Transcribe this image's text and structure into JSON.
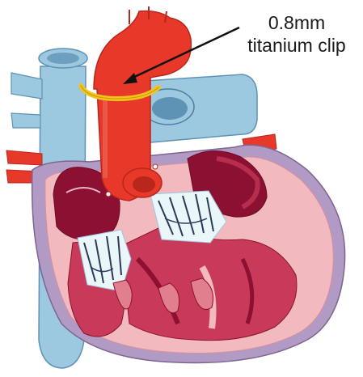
{
  "annotation": {
    "line1": "0.8mm",
    "line2": "titanium clip"
  },
  "colors": {
    "aorta": "#e8382a",
    "aorta_shadow": "#b9261c",
    "vein_blue": "#9cc8e0",
    "vein_blue_dark": "#5e93b5",
    "myocardium_outer": "#f2b9be",
    "myocardium_mid": "#e27f8e",
    "chamber": "#8c1031",
    "chamber_light": "#c93a5a",
    "valve": "#eaf6f8",
    "pericardium_purple": "#b19ac4",
    "clip": "#f2c41c"
  },
  "icons": [
    "heart-cross-section",
    "titanium-clip",
    "pointer-arrow"
  ]
}
